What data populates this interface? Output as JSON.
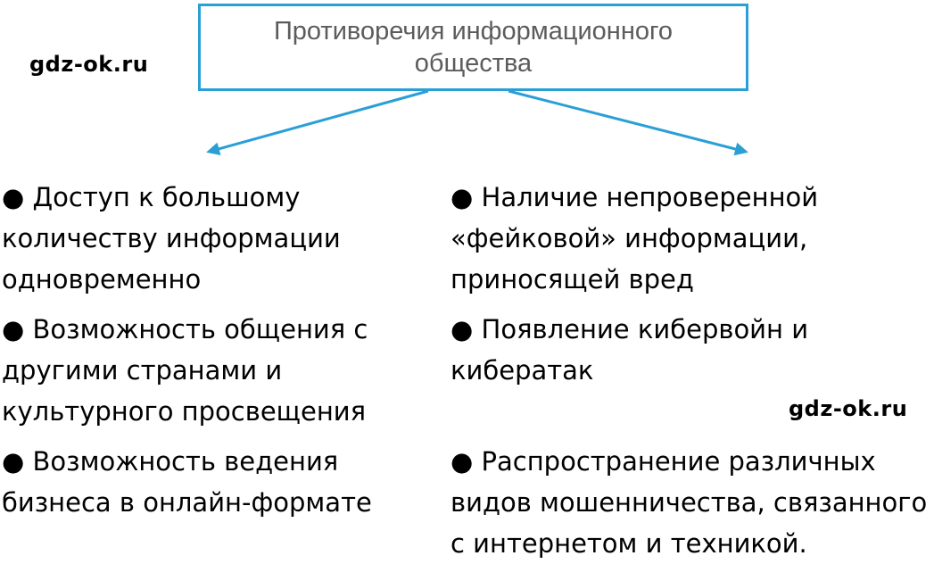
{
  "title": {
    "line1": "Противоречия информационного",
    "line2": "общества"
  },
  "watermark": "gdz-ok.ru",
  "colors": {
    "accent": "#2a9fd6",
    "title_text": "#5c5c5c"
  },
  "left_items": [
    {
      "lines": [
        "● Доступ к большому",
        "количеству информации",
        "одновременно"
      ]
    },
    {
      "lines": [
        "● Возможность общения с",
        "другими странами и",
        "культурного просвещения"
      ]
    },
    {
      "lines": [
        "● Возможность ведения",
        "бизнеса в онлайн-формате"
      ]
    }
  ],
  "right_items": [
    {
      "lines": [
        "● Наличие непроверенной",
        "«фейковой» информации,",
        "приносящей вред"
      ]
    },
    {
      "lines": [
        "● Появление кибервойн и",
        "кибератак"
      ]
    },
    {
      "lines": [
        "● Распространение различных",
        "видов мошенничества, связанного",
        "с интернетом и техникой."
      ]
    }
  ]
}
